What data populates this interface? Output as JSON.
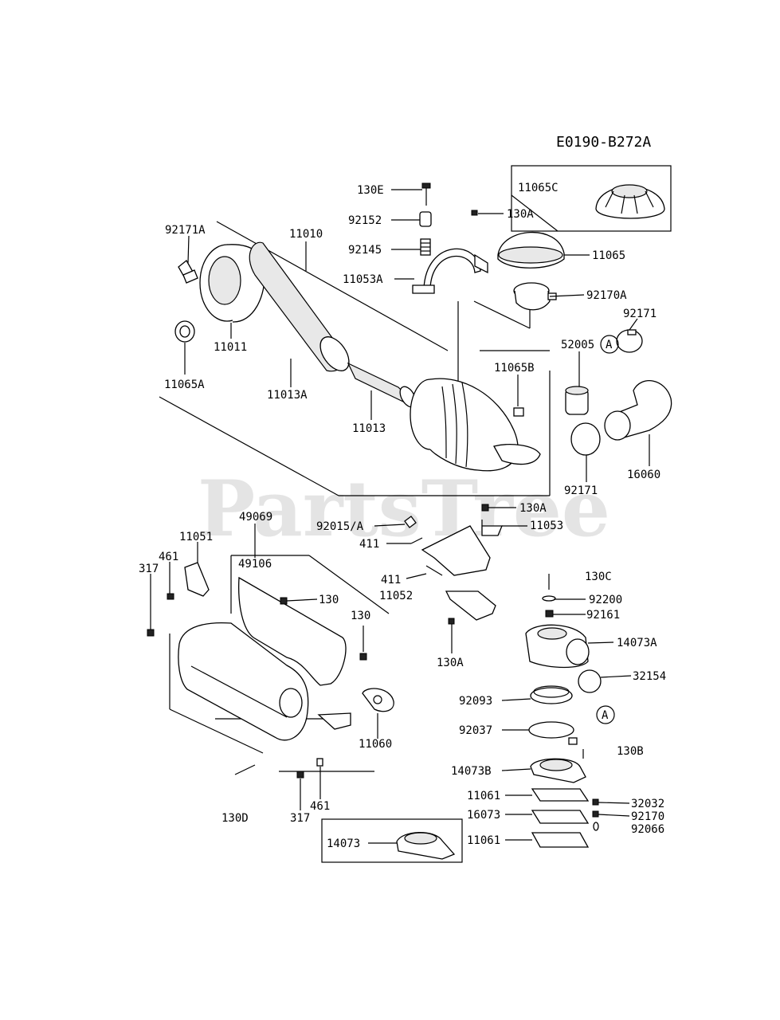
{
  "diagram_code": "E0190-B272A",
  "watermark": "PartsTree",
  "labels": {
    "l92171A": "92171A",
    "l11010": "11010",
    "l11011": "11011",
    "l11065A": "11065A",
    "l11013A": "11013A",
    "l11013": "11013",
    "l130E": "130E",
    "l92152": "92152",
    "l92145": "92145",
    "l11053A": "11053A",
    "l130A_top": "130A",
    "l11065C": "11065C",
    "l11065": "11065",
    "l92170A": "92170A",
    "l92171_right": "92171",
    "l52005": "52005",
    "l11065B": "11065B",
    "l92171_mid": "92171",
    "l16060": "16060",
    "l130A_mid": "130A",
    "l92015A": "92015/A",
    "l11053": "11053",
    "l411_a": "411",
    "l411_b": "411",
    "l11052": "11052",
    "l130A_low": "130A",
    "l49069": "49069",
    "l11051": "11051",
    "l461_left": "461",
    "l317_left": "317",
    "l49106": "49106",
    "l130_a": "130",
    "l130_b": "130",
    "l11060": "11060",
    "l317_bottom": "317",
    "l461_bottom": "461",
    "l130D": "130D",
    "l130C": "130C",
    "l92200": "92200",
    "l92161": "92161",
    "l14073A": "14073A",
    "l32154": "32154",
    "l92093": "92093",
    "l92037": "92037",
    "l130B": "130B",
    "l14073B": "14073B",
    "l11061_a": "11061",
    "l32032": "32032",
    "l16073": "16073",
    "l92170": "92170",
    "l11061_b": "11061",
    "l92066": "92066",
    "l14073": "14073",
    "ref_A_top": "A",
    "ref_A_bottom": "A"
  }
}
